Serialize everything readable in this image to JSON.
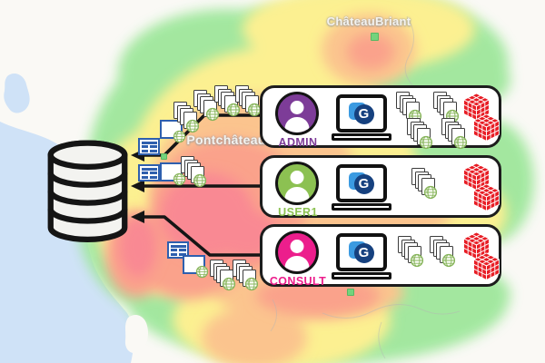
{
  "map": {
    "place_labels": [
      {
        "id": "chateaubriant",
        "text": "ChâteauBriant"
      },
      {
        "id": "pontchateau",
        "text": "Pontchâteau"
      }
    ],
    "colors": {
      "land": "#faf9f5",
      "water": "#cfe2f7",
      "marker": "#74d37c"
    }
  },
  "heatmap": {
    "band_colors": {
      "green": "#9fe79b",
      "yellow": "#fdf08c",
      "orange": "#fcc289",
      "salmon": "#fa9e86",
      "red": "#f9848e"
    }
  },
  "database": {
    "disks": 4
  },
  "laptop_logo": {
    "letter": "G",
    "circle_color": "#16417f",
    "square_color": "#3b9ae1"
  },
  "icons": {
    "cube_color": "#e81c24",
    "globe_color": "#86b45a",
    "table_color": "#2e5fae"
  },
  "roles": [
    {
      "id": "admin",
      "label": "ADMIN",
      "color": "#7d3c98",
      "layer_stacks": 4,
      "cubes": 2,
      "path_icons": {
        "table": 1,
        "map_window": 1,
        "layer_stacks": 4
      }
    },
    {
      "id": "user1",
      "label": "USER1",
      "color": "#8cc152",
      "layer_stacks": 1,
      "cubes": 2,
      "path_icons": {
        "table": 1,
        "map_window": 1,
        "layer_stacks": 1
      }
    },
    {
      "id": "consult",
      "label": "CONSULT",
      "color": "#ec1e8c",
      "layer_stacks": 2,
      "cubes": 2,
      "path_icons": {
        "table": 1,
        "map_window": 1,
        "layer_stacks": 2
      }
    }
  ]
}
